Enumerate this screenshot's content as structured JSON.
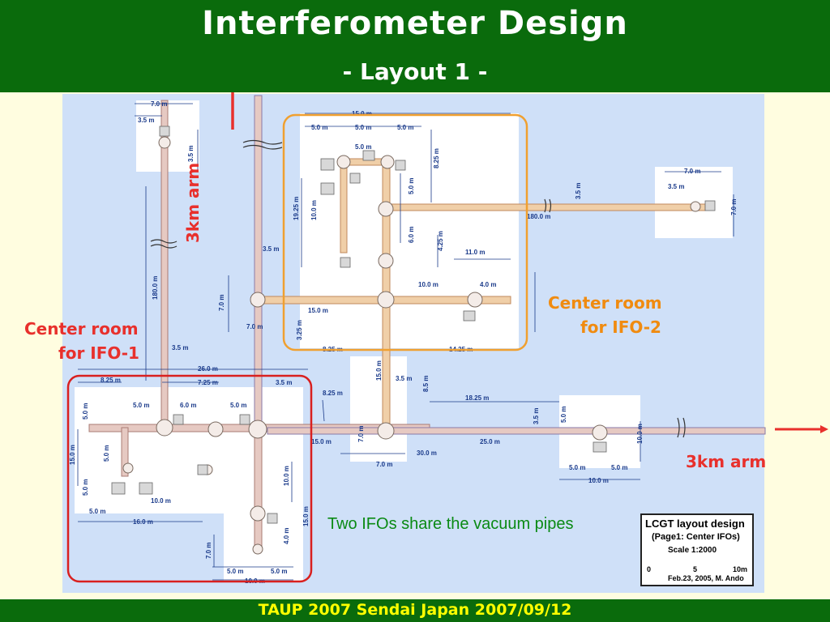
{
  "slide": {
    "title": "Interferometer Design",
    "subtitle": "- Layout 1 -",
    "footer": "TAUP 2007 Sendai Japan 2007/09/12"
  },
  "labels": {
    "arm_top": "3km arm",
    "arm_right": "3km arm",
    "center_ifo1_line1": "Center room",
    "center_ifo1_line2": "for IFO-1",
    "center_ifo2_line1": "Center room",
    "center_ifo2_line2": "for IFO-2",
    "shared_note": "Two IFOs share the vacuum pipes"
  },
  "legend": {
    "title": "LCGT layout design",
    "page": "(Page1: Center IFOs)",
    "scale": "Scale  1:2000",
    "tick0": "0",
    "tick5": "5",
    "tick10": "10m",
    "date": "Feb.23, 2005,  M. Ando"
  },
  "dimensions": {
    "d7_0": "7.0  m",
    "d3_5": "3.5  m",
    "d3_5v": "3.5  m",
    "d180": "180.0  m",
    "d15_0top": "15.0  m",
    "d5_0a": "5.0  m",
    "d5_0b": "5.0  m",
    "d5_0c": "5.0  m",
    "d5_0d": "5.0  m",
    "d8_25": "8.25  m",
    "d19_25": "19.25  m",
    "d10_0": "10.0  m",
    "d5_0v": "5.0  m",
    "d6_0v": "6.0  m",
    "d4_25": "4.25  m",
    "d11_0": "11.0  m",
    "d10_0b": "10.0  m",
    "d4_0": "4.0  m",
    "d15_0mid": "15.0  m",
    "d7_0r": "7.0  m",
    "d3_5r": "3.5  m",
    "d3_5r2": "3.5  m",
    "d180r": "180.0  m",
    "d7_0rv": "7.0  m",
    "d3_5c": "3.5  m",
    "d7_0c": "7.0  m",
    "d7_0b": "7.0  m",
    "d3_25": "3.25  m",
    "d8_25b": "8.25  m",
    "d14_25": "14.25  m",
    "d3_5d": "3.5  m",
    "d26_0": "26.0  m",
    "d8_25c": "8.25  m",
    "d7_25": "7.25  m",
    "d3_5e": "3.5  m",
    "d15_0v": "15.0  m",
    "d3_5f": "3.5  m",
    "d8_25d": "8.25  m",
    "d8_5": "8.5  m",
    "d18_25": "18.25  m",
    "d3_5g": "3.5  m",
    "d5_0e": "5.0  m",
    "d5_0f": "5.0  m",
    "d6_0": "6.0  m",
    "d5_0g": "5.0  m",
    "d5_0h": "5.0  m",
    "d15_0l": "15.0  m",
    "d5_0i": "5.0  m",
    "d5_0j": "5.0  m",
    "d10_0c": "10.0  m",
    "d16_0": "16.0  m",
    "d10_0d": "10.0  m",
    "d15_0r": "15.0  m",
    "d4_0b": "4.0  m",
    "d7_0d": "7.0  m",
    "d5_0k": "5.0  m",
    "d5_0l": "5.0  m",
    "d10_0e": "10.0  m",
    "d15_0h": "15.0  m",
    "d7_0e": "7.0  m",
    "d30_0": "30.0  m",
    "d25_0": "25.0  m",
    "d7_0f": "7.0  m",
    "d5_0m": "5.0  m",
    "d5_0n": "5.0  m",
    "d10_0f": "10.0  m",
    "d10_0v": "10.0  m",
    "d5_0o": "5.0  m"
  },
  "colors": {
    "header_bg": "#0a6b0c",
    "footer_text": "#ffff00",
    "plan_bg": "#cfe0f8",
    "ifo1_box": "#d9201f",
    "ifo2_box": "#f0a030",
    "arrow": "#e8302c"
  }
}
